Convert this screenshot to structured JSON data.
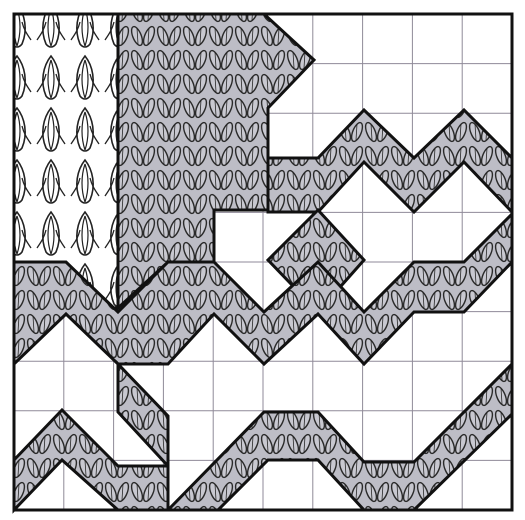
{
  "diagram": {
    "kind": "knitting-stitch-chart",
    "grid": {
      "columns": 10,
      "rows": 10,
      "gridlines": true
    },
    "colors": {
      "paper": "#ffffff",
      "grid": "#8f8a98",
      "outline": "#111111",
      "fill_purl": "#bdbdc6",
      "fill_texture_stroke": "#2a2a2a"
    },
    "stitch_legend": [
      {
        "key": "tulip",
        "pattern": "tulip-stitch"
      },
      {
        "key": "knit",
        "pattern": "knit-v-stitch"
      }
    ]
  }
}
